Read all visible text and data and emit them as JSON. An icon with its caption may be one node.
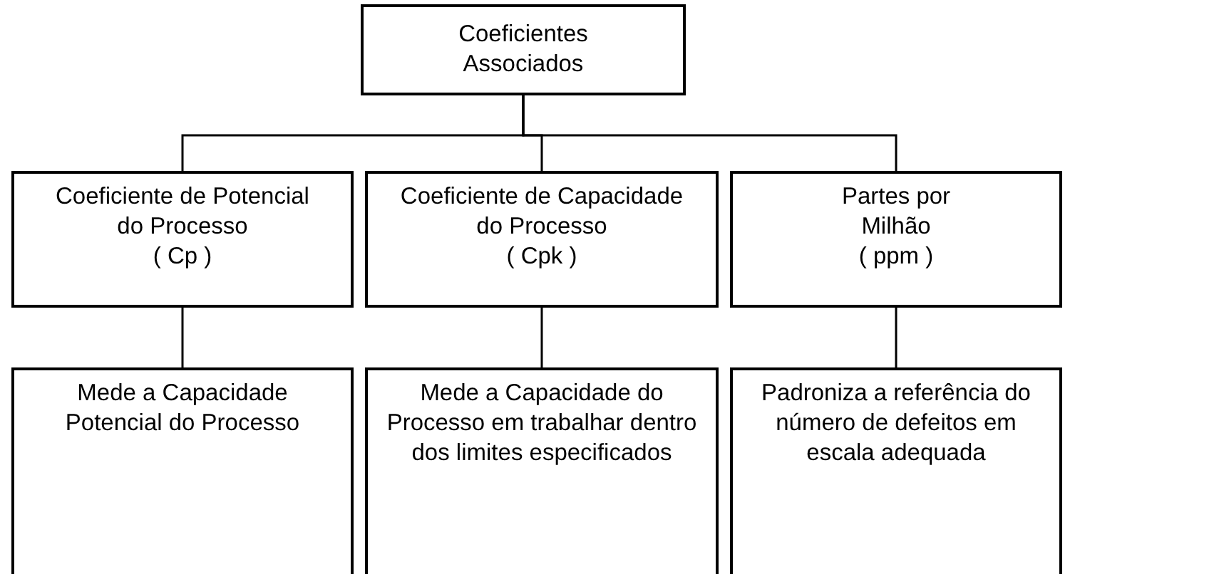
{
  "diagram": {
    "nodes": [
      {
        "text": [
          "Coeficientes Associados"
        ]
      },
      {
        "text": [
          "Coeficiente de Potencial do Processo",
          "( Cp )"
        ]
      },
      {
        "text": [
          "Coeficiente de Capacidade do Processo",
          "( Cpk )"
        ]
      },
      {
        "text": [
          "Partes por Milhão",
          "( ppm )"
        ]
      },
      {
        "text": [
          "Mede a Capacidade Potencial do Processo"
        ]
      },
      {
        "text": [
          "Mede a Capacidade do Processo em trabalhar dentro dos limites especificados"
        ]
      },
      {
        "text": [
          "Padroniza a referência do número de defeitos em escala adequada"
        ]
      }
    ],
    "edges": [
      {
        "from": 0,
        "to": 1,
        "arrow": "none"
      },
      {
        "from": 0,
        "to": 2,
        "arrow": "none"
      },
      {
        "from": 0,
        "to": 3,
        "arrow": "none"
      },
      {
        "from": 1,
        "to": 4,
        "arrow": "none"
      },
      {
        "from": 2,
        "to": 5,
        "arrow": "none"
      },
      {
        "from": 3,
        "to": 6,
        "arrow": "none"
      }
    ]
  }
}
